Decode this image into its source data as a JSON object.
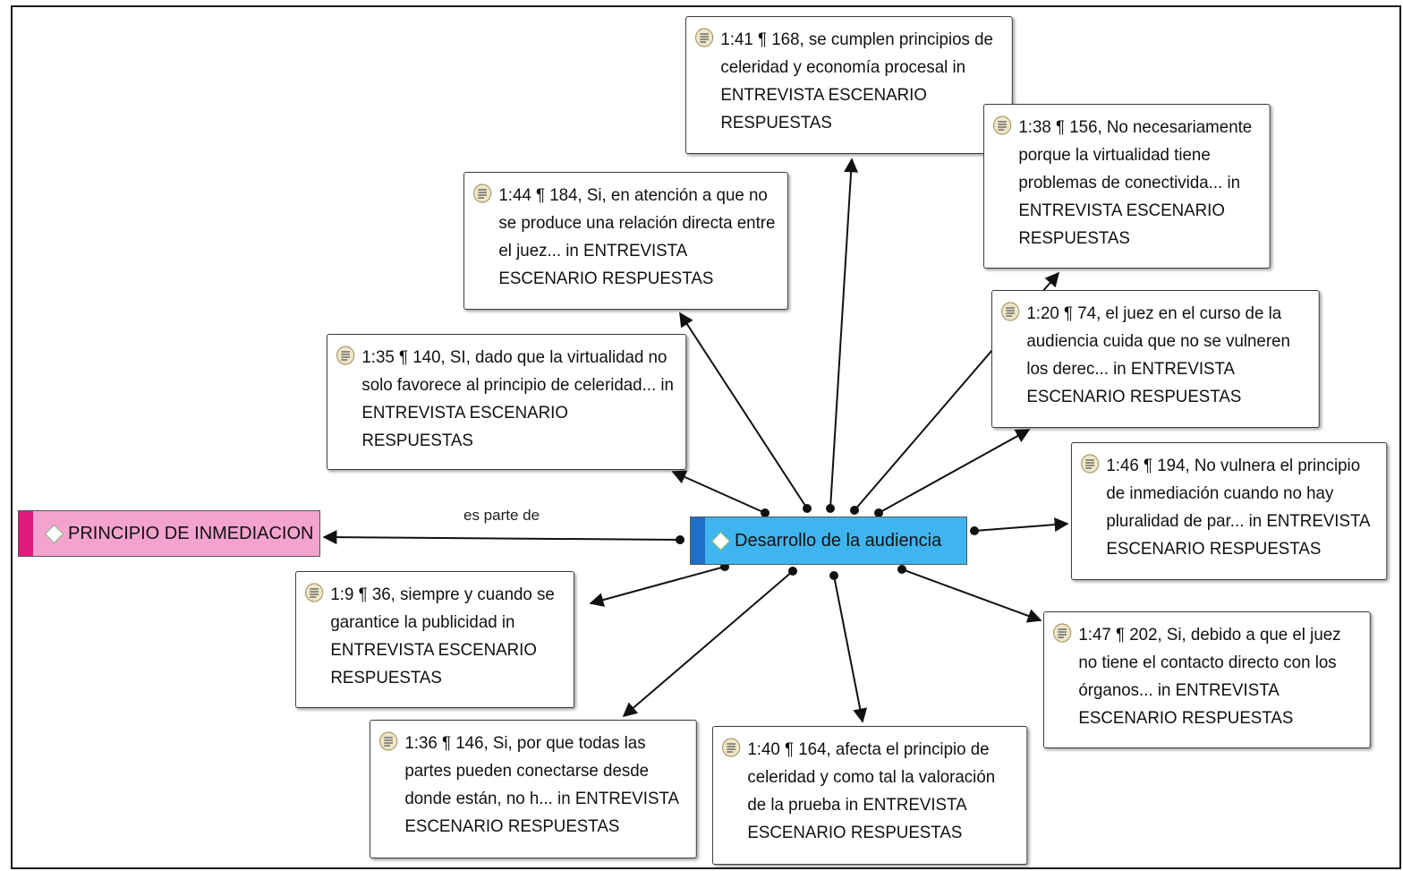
{
  "central_code": "Desarrollo de la audiencia",
  "related_code": "PRINCIPIO DE INMEDIACION",
  "relation_label": "es parte de",
  "colors": {
    "central_fill": "#3fb5f0",
    "central_bar": "#1f6fc9",
    "related_fill": "#f4a3cf",
    "related_bar": "#e0197d"
  },
  "quotations": [
    {
      "id": "q-1-41",
      "text": "1:41 ¶ 168, se cumplen principios de celeridad y economía procesal in ENTREVISTA ESCENARIO RESPUESTAS"
    },
    {
      "id": "q-1-38",
      "text": "1:38 ¶ 156, No necesariamente porque la virtualidad tiene problemas de conectivida... in ENTREVISTA ESCENARIO RESPUESTAS"
    },
    {
      "id": "q-1-44",
      "text": "1:44 ¶ 184, Si, en atención a que no se produce una relación directa entre el juez... in ENTREVISTA ESCENARIO RESPUESTAS"
    },
    {
      "id": "q-1-20",
      "text": "1:20 ¶ 74, el juez en el curso de la audiencia cuida que no se vulneren los derec... in ENTREVISTA ESCENARIO RESPUESTAS"
    },
    {
      "id": "q-1-35",
      "text": "1:35 ¶ 140, SI, dado que la virtualidad no solo favorece al principio de celeridad... in ENTREVISTA ESCENARIO RESPUESTAS"
    },
    {
      "id": "q-1-46",
      "text": "1:46 ¶ 194, No vulnera el principio de inmediación cuando no hay pluralidad de par... in ENTREVISTA ESCENARIO RESPUESTAS"
    },
    {
      "id": "q-1-9",
      "text": "1:9 ¶ 36, siempre y cuando se garantice la publicidad in ENTREVISTA ESCENARIO RESPUESTAS"
    },
    {
      "id": "q-1-47",
      "text": "1:47 ¶ 202, Si, debido a que el juez no tiene el contacto directo con los órganos... in ENTREVISTA ESCENARIO RESPUESTAS"
    },
    {
      "id": "q-1-36",
      "text": "1:36 ¶ 146, Si, por que todas las partes pueden conectarse desde donde están, no h... in ENTREVISTA ESCENARIO RESPUESTAS"
    },
    {
      "id": "q-1-40",
      "text": "1:40 ¶ 164, afecta el principio de celeridad y como tal la valoración de la prueba in ENTREVISTA ESCENARIO RESPUESTAS"
    }
  ]
}
